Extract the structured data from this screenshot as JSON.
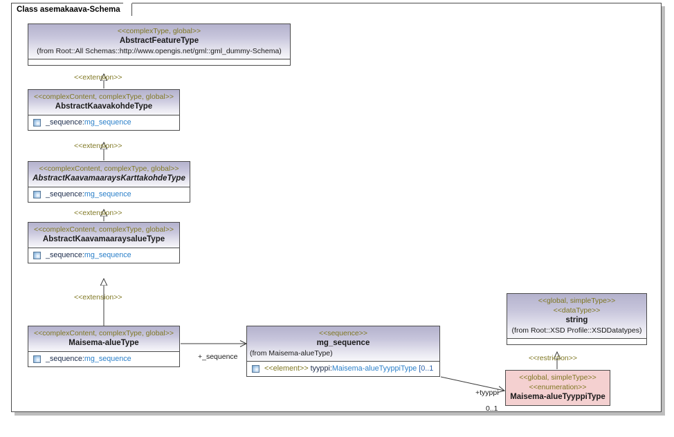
{
  "frame": {
    "title": "Class asemakaava-Schema"
  },
  "classes": [
    {
      "id": "abstract-feature-type",
      "stereotypes": [
        "<<complexType, global>>"
      ],
      "name": "AbstractFeatureType",
      "abstract": false,
      "from": "(from Root::All Schemas::http://www.opengis.net/gml::gml_dummy-Schema)",
      "attributes": [],
      "empty_compartment": true,
      "fill": "#c8c6dc"
    },
    {
      "id": "abstract-kaavakohde-type",
      "stereotypes": [
        "<<complexContent, complexType, global>>"
      ],
      "name": "AbstractKaavakohdeType",
      "abstract": false,
      "from": "",
      "attributes": [
        {
          "icon": "attribute-icon",
          "stereotype": "",
          "name": "_sequence:",
          "type": "mg_sequence",
          "multiplicity": ""
        }
      ],
      "empty_compartment": false,
      "fill": "#c8c6dc"
    },
    {
      "id": "abstract-kaavamaarays-karttakohde-type",
      "stereotypes": [
        "<<complexContent, complexType, global>>"
      ],
      "name": "AbstractKaavamaaraysKarttakohdeType",
      "abstract": true,
      "from": "",
      "attributes": [
        {
          "icon": "attribute-icon",
          "stereotype": "",
          "name": "_sequence:",
          "type": "mg_sequence",
          "multiplicity": ""
        }
      ],
      "empty_compartment": false,
      "fill": "#c8c6dc"
    },
    {
      "id": "abstract-kaavamaaraysalue-type",
      "stereotypes": [
        "<<complexContent, complexType, global>>"
      ],
      "name": "AbstractKaavamaaraysalueType",
      "abstract": false,
      "from": "",
      "attributes": [
        {
          "icon": "attribute-icon",
          "stereotype": "",
          "name": "_sequence:",
          "type": "mg_sequence",
          "multiplicity": ""
        }
      ],
      "empty_compartment": false,
      "fill": "#c8c6dc"
    },
    {
      "id": "maisema-aluetype",
      "stereotypes": [
        "<<complexContent, complexType, global>>"
      ],
      "name": "Maisema-alueType",
      "abstract": false,
      "from": "",
      "attributes": [
        {
          "icon": "attribute-icon",
          "stereotype": "",
          "name": "_sequence:",
          "type": "mg_sequence",
          "multiplicity": ""
        }
      ],
      "empty_compartment": false,
      "fill": "#c8c6dc"
    },
    {
      "id": "mg-sequence",
      "stereotypes": [
        "<<sequence>>"
      ],
      "name": "mg_sequence",
      "abstract": false,
      "from": "(from Maisema-alueType)",
      "attributes": [
        {
          "icon": "attribute-icon",
          "stereotype": "<<element>>",
          "name": "tyyppi:",
          "type": "Maisema-alueTyyppiType",
          "multiplicity": "[0..1"
        }
      ],
      "empty_compartment": false,
      "fill": "#c8c6dc"
    },
    {
      "id": "string-datatype",
      "stereotypes": [
        "<<global, simpleType>>",
        "<<dataType>>"
      ],
      "name": "string",
      "abstract": false,
      "from": "(from Root::XSD Profile::XSDDatatypes)",
      "attributes": [],
      "empty_compartment": true,
      "fill": "#c8c6dc"
    },
    {
      "id": "maisema-aluetyyppitype",
      "stereotypes": [
        "<<global, simpleType>>",
        "<<enumeration>>"
      ],
      "name": "Maisema-alueTyyppiType",
      "abstract": false,
      "from": "",
      "attributes": [],
      "empty_compartment": false,
      "fill": "#f4d0d0"
    }
  ],
  "connectors": [
    {
      "id": "ext-1",
      "kind": "generalization",
      "label": "<<extension>>",
      "from": "abstract-kaavakohde-type",
      "to": "abstract-feature-type"
    },
    {
      "id": "ext-2",
      "kind": "generalization",
      "label": "<<extension>>",
      "from": "abstract-kaavamaarays-karttakohde-type",
      "to": "abstract-kaavakohde-type"
    },
    {
      "id": "ext-3",
      "kind": "generalization",
      "label": "<<extension>>",
      "from": "abstract-kaavamaaraysalue-type",
      "to": "abstract-kaavamaarays-karttakohde-type"
    },
    {
      "id": "ext-4",
      "kind": "generalization",
      "label": "<<extension>>",
      "from": "maisema-aluetype",
      "to": "abstract-kaavamaaraysalue-type"
    },
    {
      "id": "restr-1",
      "kind": "generalization",
      "label": "<<restriction>>",
      "from": "maisema-aluetyyppitype",
      "to": "string-datatype"
    },
    {
      "id": "assoc-1",
      "kind": "association",
      "role": "+_sequence",
      "multiplicity": "",
      "from": "maisema-aluetype",
      "to": "mg-sequence"
    },
    {
      "id": "assoc-2",
      "kind": "association",
      "role": "+tyyppi",
      "multiplicity": "0..1",
      "from": "mg-sequence",
      "to": "maisema-aluetyyppitype"
    }
  ],
  "colors": {
    "header_top": "#b4b2cd",
    "header_bottom": "#f7f7fa",
    "enumeration_fill": "#f4d0d0",
    "stereotype_text": "#7f7722",
    "link_text": "#2a7fc9",
    "border": "#4a4a4a"
  }
}
